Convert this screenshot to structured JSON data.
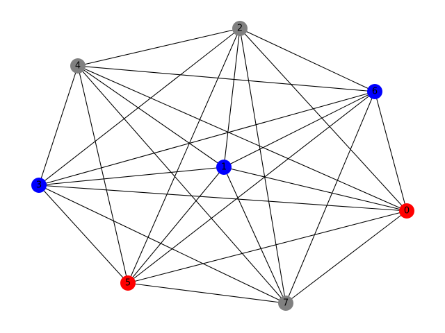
{
  "nodes": [
    {
      "id": "0",
      "label": "0",
      "color": "#ff0000"
    },
    {
      "id": "1",
      "label": "1",
      "color": "#0000ff"
    },
    {
      "id": "2",
      "label": "2",
      "color": "#808080"
    },
    {
      "id": "3",
      "label": "3",
      "color": "#0000ff"
    },
    {
      "id": "4",
      "label": "4",
      "color": "#808080"
    },
    {
      "id": "5",
      "label": "5",
      "color": "#ff0000"
    },
    {
      "id": "6",
      "label": "6",
      "color": "#0000ff"
    },
    {
      "id": "7",
      "label": "7",
      "color": "#808080"
    }
  ],
  "edges": [
    [
      "0",
      "1"
    ],
    [
      "0",
      "2"
    ],
    [
      "0",
      "3"
    ],
    [
      "0",
      "4"
    ],
    [
      "0",
      "5"
    ],
    [
      "0",
      "6"
    ],
    [
      "0",
      "7"
    ],
    [
      "1",
      "2"
    ],
    [
      "1",
      "3"
    ],
    [
      "1",
      "4"
    ],
    [
      "1",
      "5"
    ],
    [
      "1",
      "6"
    ],
    [
      "1",
      "7"
    ],
    [
      "2",
      "3"
    ],
    [
      "2",
      "4"
    ],
    [
      "2",
      "5"
    ],
    [
      "2",
      "6"
    ],
    [
      "2",
      "7"
    ],
    [
      "3",
      "4"
    ],
    [
      "3",
      "5"
    ],
    [
      "3",
      "6"
    ],
    [
      "3",
      "7"
    ],
    [
      "4",
      "5"
    ],
    [
      "4",
      "6"
    ],
    [
      "4",
      "7"
    ],
    [
      "5",
      "6"
    ],
    [
      "5",
      "7"
    ],
    [
      "6",
      "7"
    ]
  ]
}
